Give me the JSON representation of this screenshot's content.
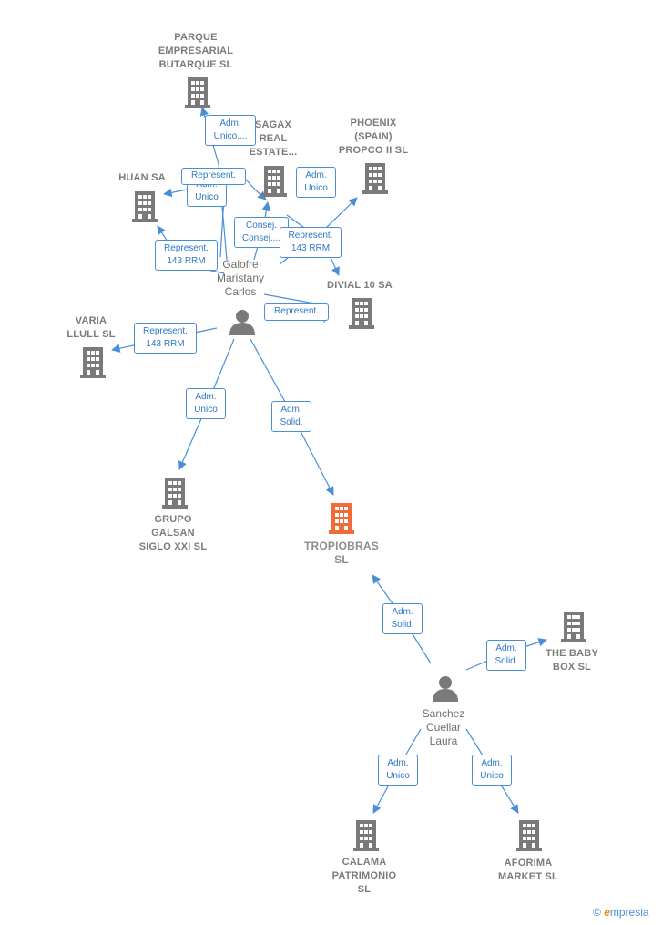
{
  "companies": {
    "parque": "PARQUE\nEMPRESARIAL\nBUTARQUE SL",
    "sagax": "SAGAX\nREAL\nESTATE...",
    "phoenix": "PHOENIX\n(SPAIN)\nPROPCO II SL",
    "huan": "HUAN SA",
    "divial": "DIVIAL 10 SA",
    "varia": "VARIA\nLLULL SL",
    "galsan": "GRUPO\nGALSAN\nSIGLO XXI SL",
    "tropiobras": "TROPIOBRAS\nSL",
    "babybox": "THE BABY\nBOX SL",
    "calama": "CALAMA\nPATRIMONIO\nSL",
    "aforima": "AFORIMA\nMARKET SL"
  },
  "persons": {
    "galofre": "Galofre\nMaristany\nCarlos",
    "sanchez": "Sanchez\nCuellar\nLaura"
  },
  "relations": {
    "r_parque": "Adm.\nUnico,...",
    "r_huan_adm": "Adm.\nUnico",
    "r_huan_rep": "Represent.",
    "r_sagax_consej": "Consej.\nConsej....",
    "r_phoenix": "Adm.\nUnico",
    "r_divial": "Represent.\n143 RRM",
    "r_huan_143": "Represent.\n143 RRM",
    "r_represent": "Represent.",
    "r_varia": "Represent.\n143 RRM",
    "r_galsan": "Adm.\nUnico",
    "r_tropio_g": "Adm.\nSolid.",
    "r_tropio_s": "Adm.\nSolid.",
    "r_babybox": "Adm.\nSolid.",
    "r_calama": "Adm.\nUnico",
    "r_aforima": "Adm.\nUnico"
  },
  "colors": {
    "edge": "#4a8fd6",
    "building": "#7a7a7a",
    "focus_building": "#f26b38",
    "person": "#7a7a7a"
  },
  "icons": {
    "company": "building-icon",
    "person": "person-icon"
  },
  "brand": {
    "copyright": "©",
    "initial": "e",
    "name": "mpresia"
  }
}
